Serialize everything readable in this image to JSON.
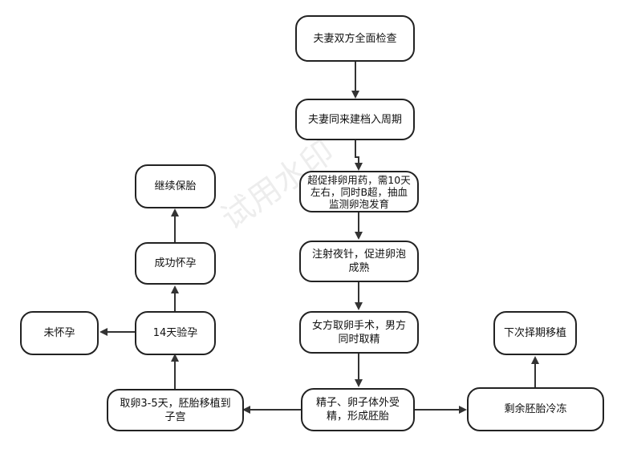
{
  "nodes": {
    "checkup": "夫妻双方全面检查",
    "register": "夫妻同来建档入周期",
    "stimulation": "超促排卵用药，需10天左右，同时B超，抽血监测卵泡发育",
    "trigger": "注射夜针，促进卵泡成熟",
    "retrieval": "女方取卵手术，男方同时取精",
    "fertilization": "精子、卵子体外受精，形成胚胎",
    "transfer": "取卵3-5天，胚胎移植到子宫",
    "freeze": "剩余胚胎冷冻",
    "next_transfer": "下次择期移植",
    "test14": "14天验孕",
    "not_pregnant": "未怀孕",
    "pregnant": "成功怀孕",
    "continue": "继续保胎"
  },
  "watermark": "试用水印"
}
